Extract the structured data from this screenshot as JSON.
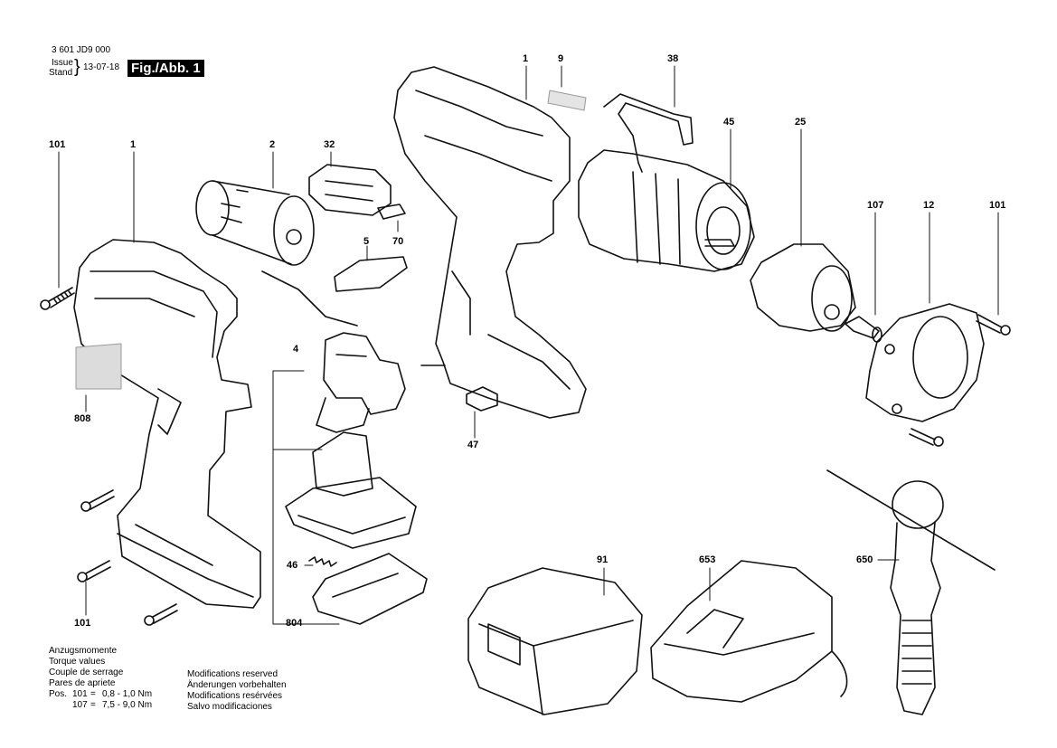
{
  "header": {
    "doc_number": "3 601 JD9 000",
    "issue_label": "Issue",
    "stand_label": "Stand",
    "date": "13-07-18",
    "figure_label": "Fig./Abb. 1"
  },
  "callouts": {
    "p1_housing": "1",
    "p9_label": "9",
    "p38_spring": "38",
    "p45_gearbox": "45",
    "p25_chuck": "25",
    "p101_top_left": "101",
    "p1_half_shell": "1",
    "p2_motor": "2",
    "p32_switch_cap": "32",
    "p107_screw": "107",
    "p12_ring": "12",
    "p101_top_right": "101",
    "p5_slider": "5",
    "p70_clip": "70",
    "p4_switch": "4",
    "p808_plate": "808",
    "p47_pad": "47",
    "p46_spring": "46",
    "p91_battery": "91",
    "p653_charger": "653",
    "p650_handle": "650",
    "p101_bottom": "101",
    "p804_contacts": "804"
  },
  "torque": {
    "lines": [
      "Anzugsmomente",
      "Torque values",
      "Couple de serrage",
      "Pares de apriete"
    ],
    "pos_label": "Pos.",
    "rows": [
      {
        "pos": "101",
        "value": "0,8 - 1,0 Nm"
      },
      {
        "pos": "107",
        "value": "7,5 - 9,0 Nm"
      }
    ]
  },
  "modifications": [
    "Modifications reserved",
    "Änderungen vorbehalten",
    "Modifications resérvées",
    "Salvo modificaciones"
  ]
}
